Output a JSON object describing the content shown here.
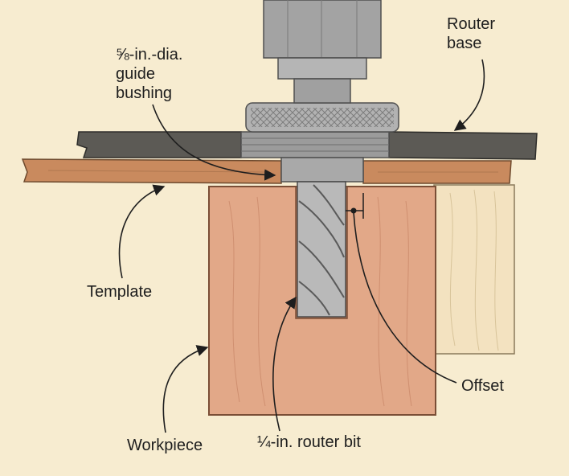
{
  "labels": {
    "router_base": [
      "Router",
      "base"
    ],
    "guide_bushing": [
      "⅝-in.-dia.",
      "guide",
      "bushing"
    ],
    "template": "Template",
    "offset": "Offset",
    "workpiece": "Workpiece",
    "router_bit": "¼-in. router bit"
  },
  "colors": {
    "background": "#f7ecd0",
    "workpiece": "#e2a888",
    "template": "#c98a5e",
    "router_base": "#5c5a55",
    "metal": "#a9a9a9",
    "side_block": "#f3e2c0",
    "leader": "#1e1e1e"
  }
}
